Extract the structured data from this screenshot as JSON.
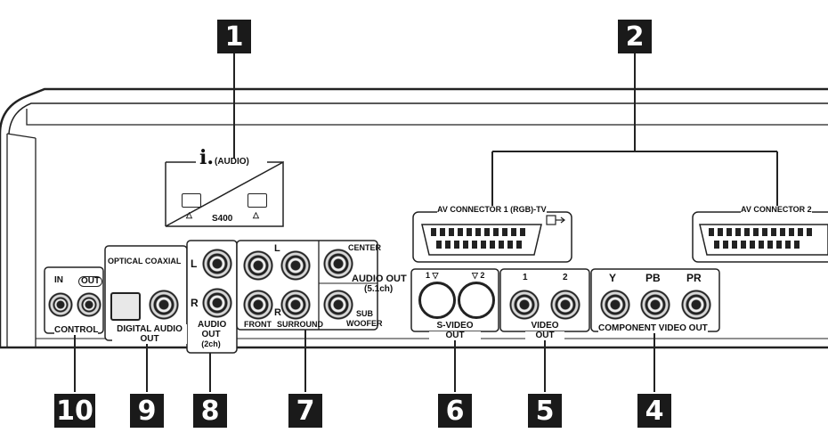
{
  "callouts": [
    "1",
    "2",
    "10",
    "9",
    "8",
    "7",
    "6",
    "5",
    "4"
  ],
  "labels": {
    "audio_badge": "(AUDIO)",
    "s400": "S400",
    "triangle": "△",
    "av1": "AV CONNECTOR 1 (RGB)-TV",
    "av2": "AV CONNECTOR 2",
    "in": "IN",
    "out": "OUT",
    "control": "CONTROL",
    "optical_coaxial": "OPTICAL COAXIAL",
    "digital_audio_out": "DIGITAL AUDIO OUT",
    "L": "L",
    "R": "R",
    "audio_out": "AUDIO",
    "out_word": "OUT",
    "two_ch": "(2ch)",
    "front": "FRONT",
    "surround": "SURROUND",
    "center": "CENTER",
    "audio_out_51": "AUDIO OUT",
    "five_one": "(5.1ch)",
    "sub": "SUB",
    "woofer": "WOOFER",
    "svideo_1": "1 ▽",
    "svideo_2": "▽ 2",
    "svideo_out": "S-VIDEO",
    "video_1": "1",
    "video_2": "2",
    "video_out": "VIDEO",
    "y": "Y",
    "pb": "PB",
    "pr": "PR",
    "component_video_out": "COMPONENT VIDEO OUT",
    "i_mark": "i."
  },
  "colors": {
    "ink": "#111111",
    "badge": "#1a1a1a",
    "panel": "#ffffff"
  }
}
